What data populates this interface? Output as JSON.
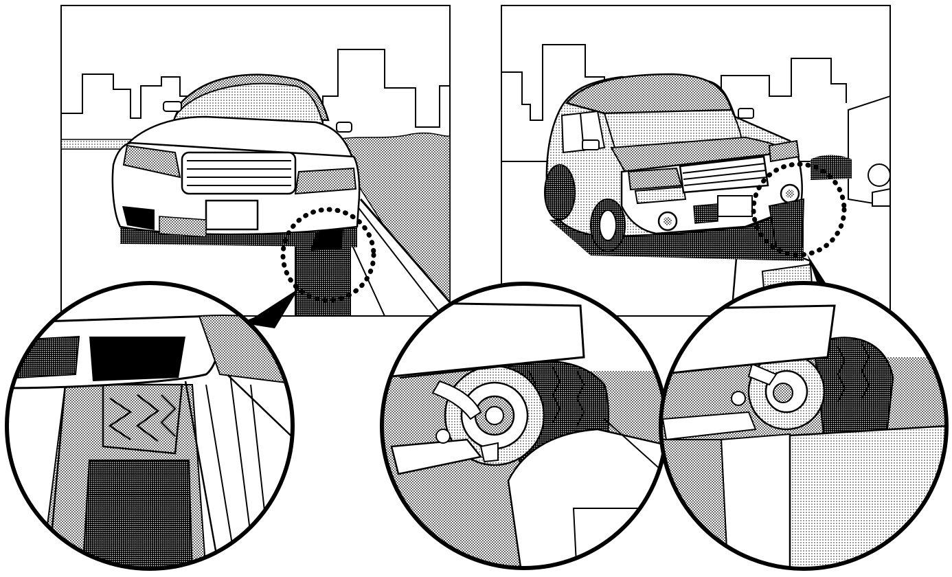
{
  "figure": {
    "panels": [
      {
        "id": "sedan",
        "subject": "sedan-on-lift",
        "highlight": "front-wheel-clearance"
      },
      {
        "id": "suv",
        "subject": "suv-on-lift",
        "highlight": "front-wheel-suspension"
      }
    ],
    "callouts": [
      {
        "panel": "sedan",
        "detail": "bumper-and-tire-on-ramp"
      },
      {
        "panel": "suv",
        "detail": "brake-disc-and-hub"
      },
      {
        "panel": "suv",
        "detail": "tire-above-ramp-block"
      }
    ],
    "colors": {
      "ink": "#000000",
      "paper": "#ffffff",
      "screen_tone": "#9a9a9a"
    }
  }
}
